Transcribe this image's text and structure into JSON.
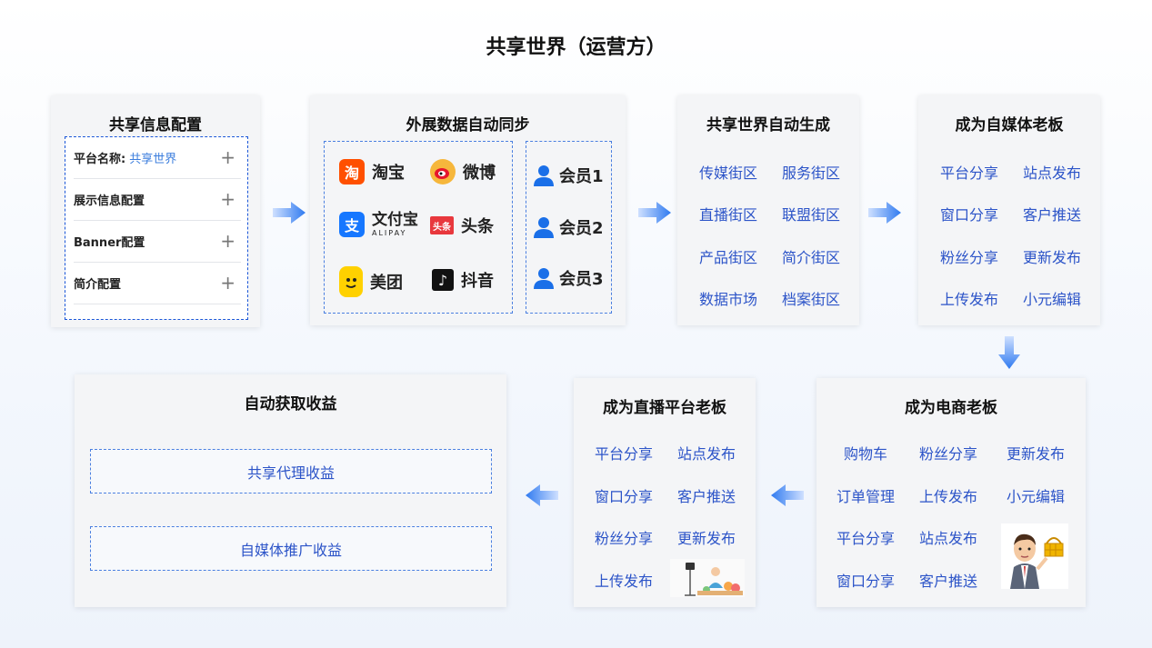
{
  "title": "共享世界（运营方）",
  "config": {
    "title": "共享信息配置",
    "rows": [
      {
        "label": "平台名称:",
        "value": "共享世界"
      },
      {
        "label": "展示信息配置",
        "value": ""
      },
      {
        "label": "Banner配置",
        "value": ""
      },
      {
        "label": "简介配置",
        "value": ""
      }
    ],
    "plus": "+"
  },
  "sync": {
    "title": "外展数据自动同步",
    "apps": [
      {
        "name": "淘宝",
        "icon": "taobao-icon",
        "glyph": "淘",
        "color": "#ff5000"
      },
      {
        "name": "微博",
        "icon": "weibo-icon",
        "glyph": "◉",
        "color": "#f6b73c"
      },
      {
        "name": "文付宝",
        "icon": "alipay-icon",
        "glyph": "支",
        "color": "#1677ff"
      },
      {
        "name": "头条",
        "icon": "toutiao-icon",
        "glyph": "头条",
        "color": "#e8383d"
      },
      {
        "name": "美团",
        "icon": "meituan-icon",
        "glyph": "",
        "color": "#ffd100"
      },
      {
        "name": "抖音",
        "icon": "douyin-icon",
        "glyph": "♪",
        "color": "#111111"
      }
    ],
    "alipay_sub": "ALIPAY",
    "members": [
      "会员1",
      "会员2",
      "会员3"
    ]
  },
  "generate": {
    "title": "共享世界自动生成",
    "items": [
      "传媒街区",
      "服务街区",
      "直播街区",
      "联盟街区",
      "产品街区",
      "简介街区",
      "数据市场",
      "档案街区"
    ]
  },
  "media": {
    "title": "成为自媒体老板",
    "items": [
      "平台分享",
      "站点发布",
      "窗口分享",
      "客户推送",
      "粉丝分享",
      "更新发布",
      "上传发布",
      "小元编辑"
    ]
  },
  "ecommerce": {
    "title": "成为电商老板",
    "items": [
      "购物车",
      "粉丝分享",
      "更新发布",
      "订单管理",
      "上传发布",
      "小元编辑",
      "平台分享",
      "站点发布",
      "窗口分享",
      "客户推送"
    ]
  },
  "live": {
    "title": "成为直播平台老板",
    "items": [
      "平台分享",
      "站点发布",
      "窗口分享",
      "客户推送",
      "粉丝分享",
      "更新发布",
      "上传发布"
    ]
  },
  "income": {
    "title": "自动获取收益",
    "items": [
      "共享代理收益",
      "自媒体推广收益"
    ]
  },
  "colors": {
    "label_blue": "#2c54c8",
    "arrow_blue": "#2f7af0",
    "dashed_blue": "#4a7fe0"
  }
}
